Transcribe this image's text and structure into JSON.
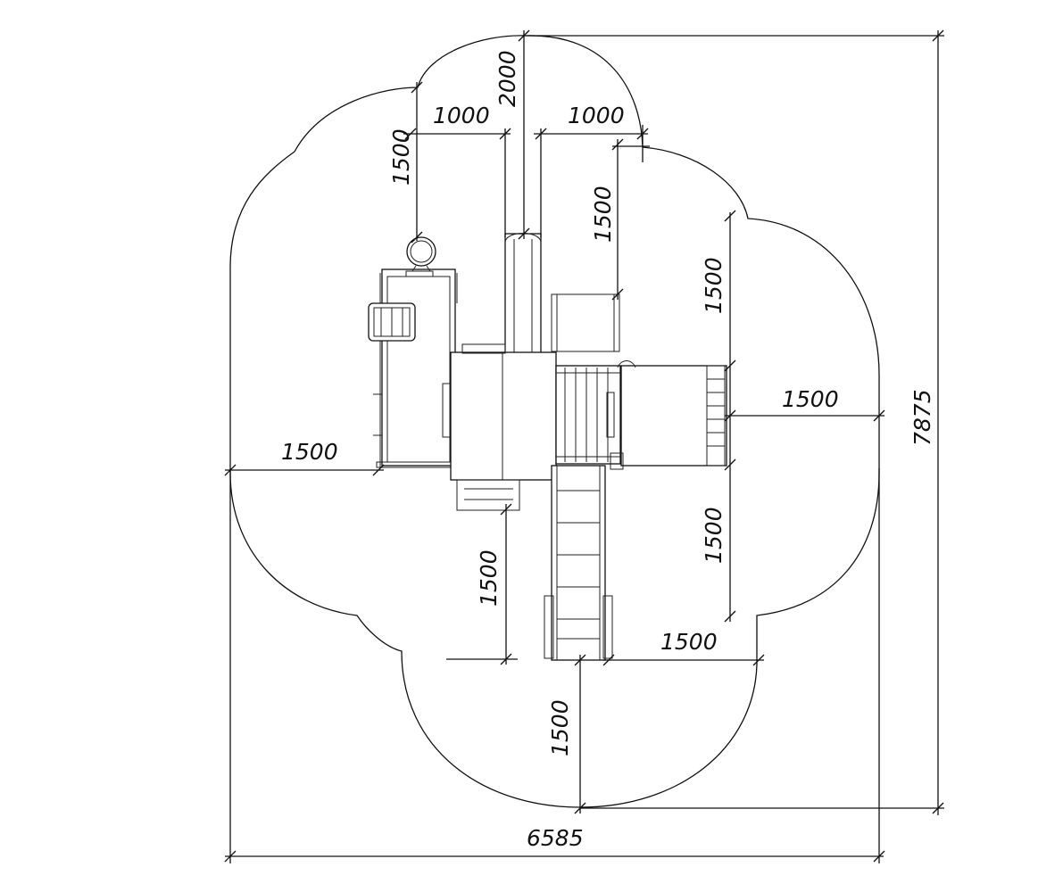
{
  "dimensions": {
    "top_2000": "2000",
    "top_left_1000": "1000",
    "top_right_1000": "1000",
    "left_1500_vertical": "1500",
    "upper_right_1500_vertical": "1500",
    "right_upper_1500": "1500",
    "right_mid_1500": "1500",
    "right_lower_1500": "1500",
    "left_1500_horizontal": "1500",
    "lower_1500_vertical": "1500",
    "bottom_right_1500": "1500",
    "bottom_1500_vertical": "1500",
    "overall_width": "6585",
    "overall_height": "7875"
  }
}
